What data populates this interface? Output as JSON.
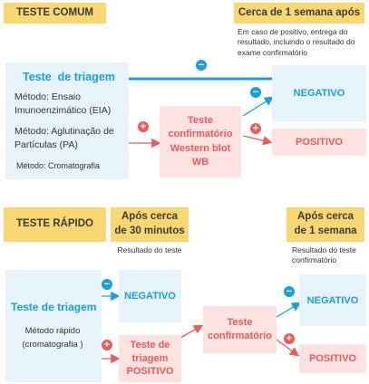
{
  "colors": {
    "tag": "#f9d874",
    "blue_box": "#e6f3fa",
    "pink_box": "#fde2e2",
    "blue": "#1a9fd6",
    "red": "#ec5a5a"
  },
  "common": {
    "tag": "TESTE COMUM",
    "time_label": "Cerca de 1 semana após",
    "note": "Em caso de positivo, entrega do resultado, incluindo o resultado do exame confirmatório",
    "screening_title": "Teste  de triagem",
    "method1": "Método: Ensaio Imunoenzimático (EIA)",
    "method2": "Método: Aglutinação de Partículas (PA)",
    "method3": "Método: Cromatografia",
    "confirm_box": "Teste confirmatório Western blot WB",
    "negative": "NEGATIVO",
    "positive": "POSITIVO"
  },
  "rapid": {
    "tag": "TESTE RÁPIDO",
    "time1_label": "Após cerca de 30 minutos",
    "time1_note": "Resultado do teste",
    "time2_label": "Após cerca de 1 semana",
    "time2_note": "Resultado do teste confirmatório",
    "screening_title": "Teste de triagem",
    "method": "Método rápido (cromatografia )",
    "negative": "NEGATIVO",
    "screen_positive": "Teste de triagem POSITIVO",
    "confirm_box": "Teste confirmatório",
    "negative2": "NEGATIVO",
    "positive2": "POSITIVO"
  },
  "symbols": {
    "minus": "−",
    "plus": "+"
  }
}
